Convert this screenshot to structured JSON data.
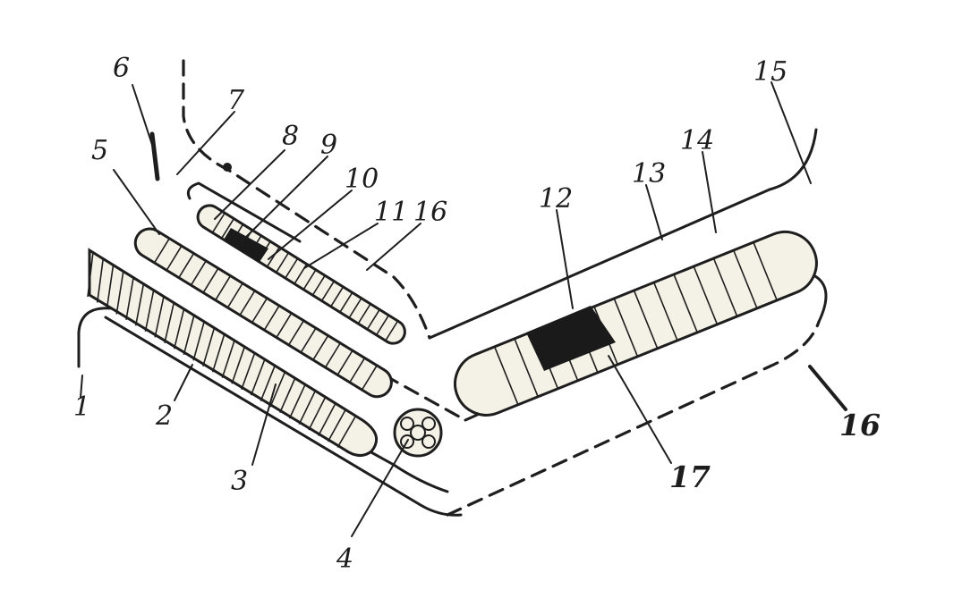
{
  "labels": [
    {
      "id": "1",
      "text": "1"
    },
    {
      "id": "2",
      "text": "2"
    },
    {
      "id": "3",
      "text": "3"
    },
    {
      "id": "4",
      "text": "4"
    },
    {
      "id": "5",
      "text": "5"
    },
    {
      "id": "6",
      "text": "6"
    },
    {
      "id": "7",
      "text": "7"
    },
    {
      "id": "8",
      "text": "8"
    },
    {
      "id": "9",
      "text": "9"
    },
    {
      "id": "10",
      "text": "10"
    },
    {
      "id": "11",
      "text": "11"
    },
    {
      "id": "12",
      "text": "12"
    },
    {
      "id": "13",
      "text": "13"
    },
    {
      "id": "14",
      "text": "14"
    },
    {
      "id": "15",
      "text": "15"
    },
    {
      "id": "16a",
      "text": "16"
    },
    {
      "id": "16b",
      "text": "16"
    },
    {
      "id": "17",
      "text": "17"
    }
  ],
  "colors": {
    "ink": "#1e1e1e",
    "fill": "#f4f1e6",
    "dark_band": "#1a1a1a",
    "paper": "#ffffff"
  }
}
